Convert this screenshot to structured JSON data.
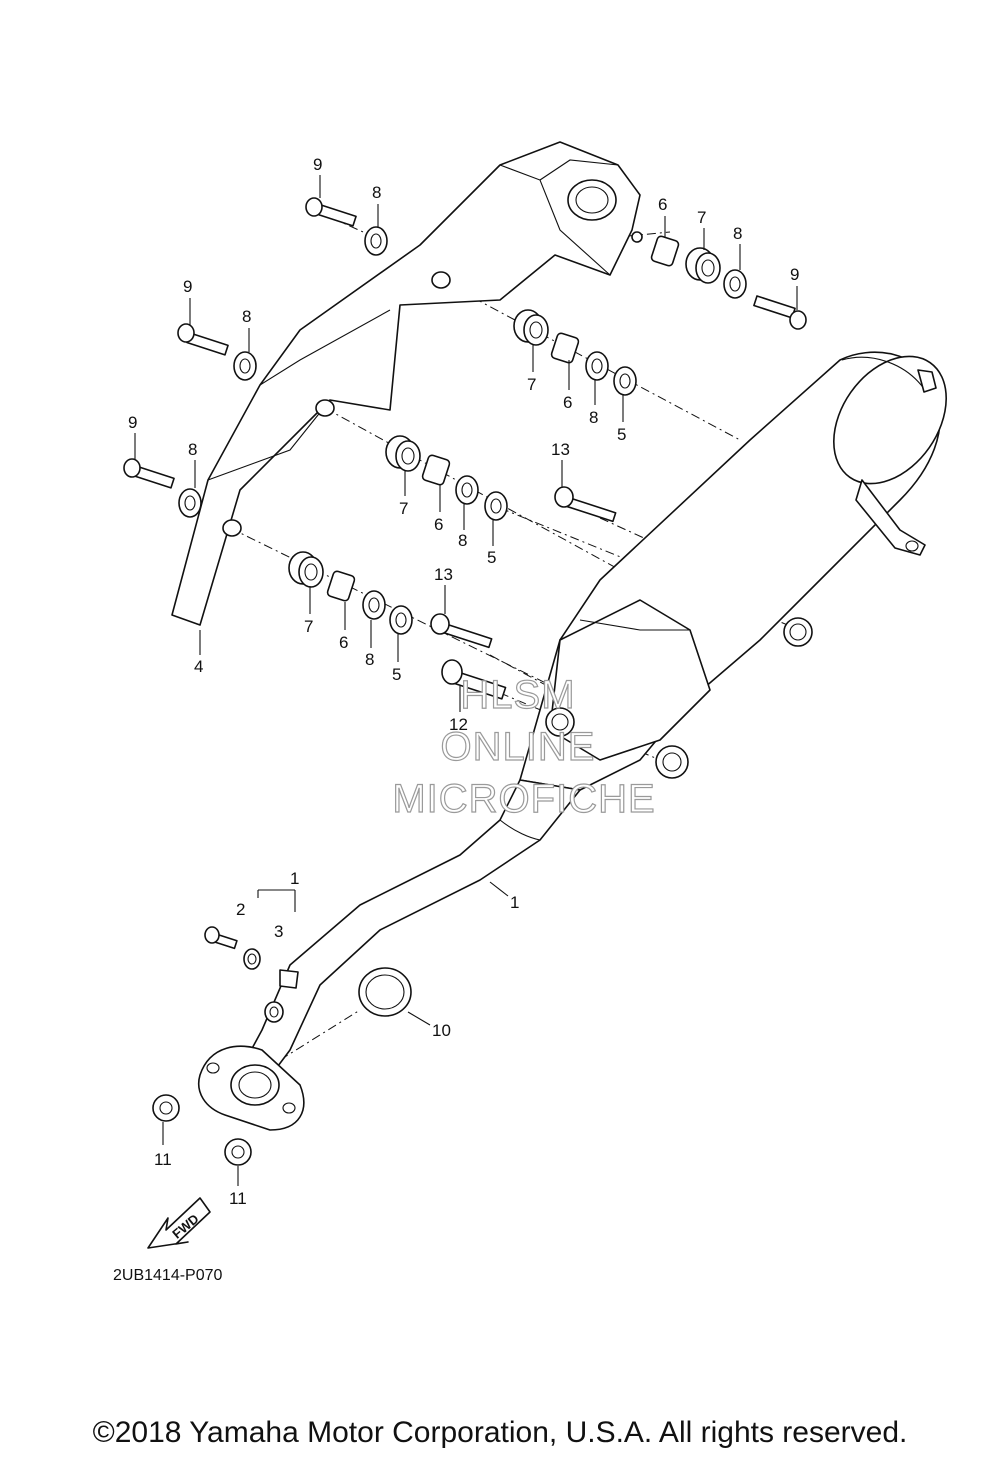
{
  "diagram_code": "2UB1414-P070",
  "copyright": "©2018 Yamaha Motor Corporation, U.S.A. All rights reserved.",
  "watermark": [
    "HLSM",
    "ONLINE",
    "MICROFICHE"
  ],
  "fwd_label": "FWD",
  "callouts": {
    "c9a": "9",
    "c8a": "8",
    "c6a": "6",
    "c7a": "7",
    "c8b": "8",
    "c9b": "9",
    "c9c": "9",
    "c8c": "8",
    "c7b": "7",
    "c6b": "6",
    "c8d": "8",
    "c5a": "5",
    "c9d": "9",
    "c8e": "8",
    "c13a": "13",
    "c7c": "7",
    "c6c": "6",
    "c8f": "8",
    "c5b": "5",
    "c4": "4",
    "c7d": "7",
    "c6d": "6",
    "c8g": "8",
    "c5c": "5",
    "c13b": "13",
    "c12": "12",
    "c1a": "1",
    "c2": "2",
    "c3": "3",
    "c1b": "1",
    "c10": "10",
    "c11a": "11",
    "c11b": "11"
  }
}
